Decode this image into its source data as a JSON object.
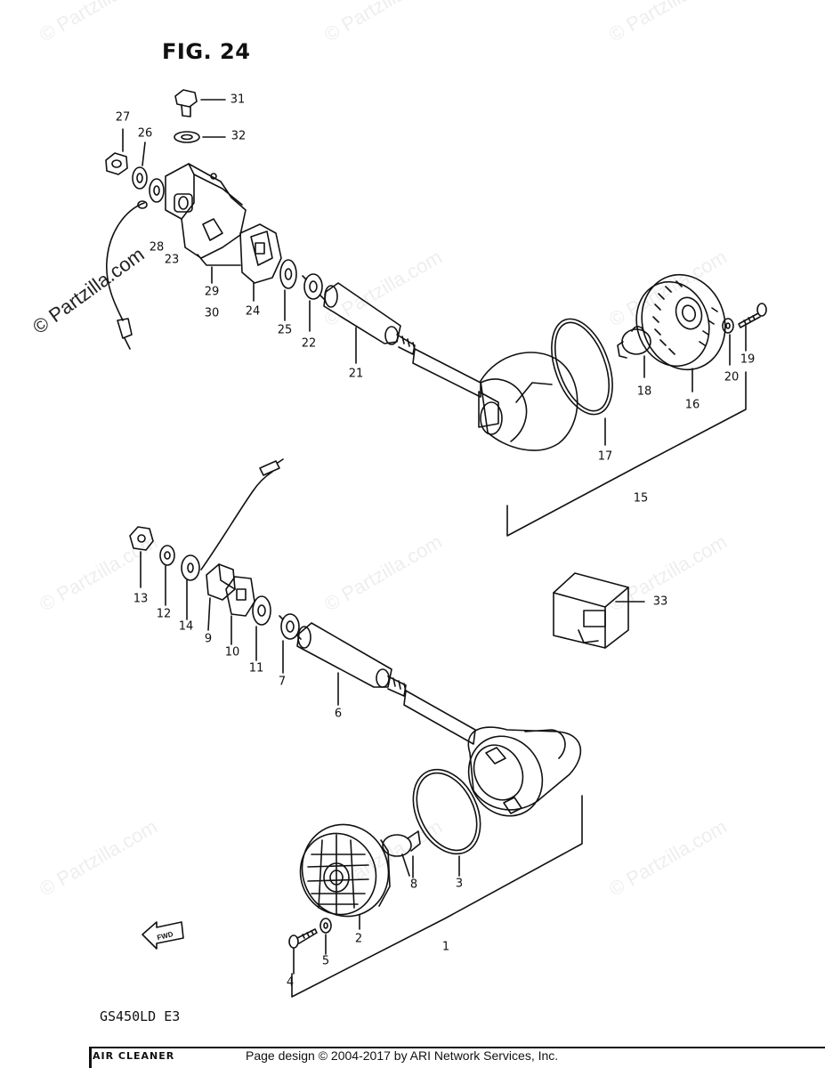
{
  "figure_title": "FIG. 24",
  "model_code": "GS450LD  E3",
  "footer": {
    "section_label": "AIR CLEANER",
    "credit": "Page design © 2004-2017 by ARI Network Services, Inc."
  },
  "watermark_text": "© Partzilla.com",
  "fwd_label": "FWD",
  "callouts": [
    {
      "label": "1"
    },
    {
      "label": "2"
    },
    {
      "label": "3"
    },
    {
      "label": "4"
    },
    {
      "label": "5"
    },
    {
      "label": "6"
    },
    {
      "label": "7"
    },
    {
      "label": "8"
    },
    {
      "label": "9"
    },
    {
      "label": "10"
    },
    {
      "label": "11"
    },
    {
      "label": "12"
    },
    {
      "label": "13"
    },
    {
      "label": "14"
    },
    {
      "label": "15"
    },
    {
      "label": "16"
    },
    {
      "label": "17"
    },
    {
      "label": "18"
    },
    {
      "label": "19"
    },
    {
      "label": "20"
    },
    {
      "label": "21"
    },
    {
      "label": "22"
    },
    {
      "label": "23"
    },
    {
      "label": "24"
    },
    {
      "label": "25"
    },
    {
      "label": "26"
    },
    {
      "label": "27"
    },
    {
      "label": "28"
    },
    {
      "label": "29"
    },
    {
      "label": "30"
    },
    {
      "label": "31"
    },
    {
      "label": "32"
    },
    {
      "label": "33"
    }
  ]
}
